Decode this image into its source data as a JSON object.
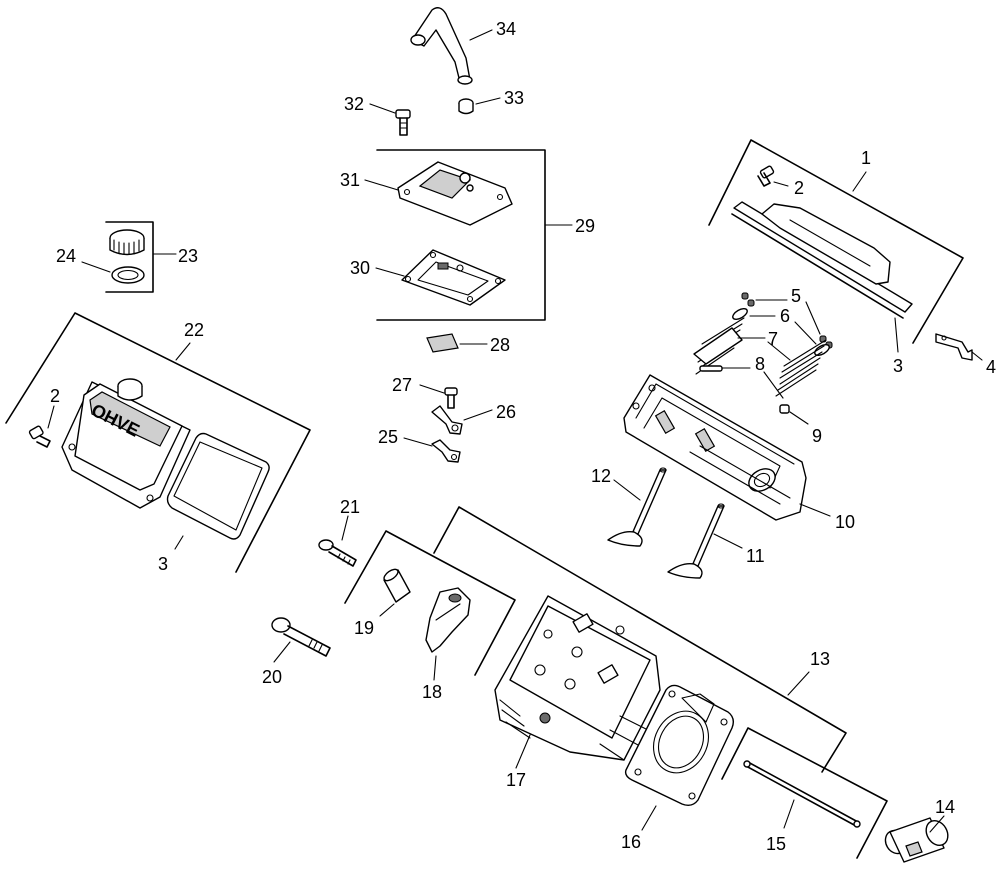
{
  "callouts": [
    "1",
    "2",
    "3",
    "4",
    "5",
    "6",
    "7",
    "8",
    "9",
    "10",
    "11",
    "12",
    "13",
    "14",
    "15",
    "16",
    "17",
    "18",
    "19",
    "20",
    "21",
    "22",
    "23",
    "24",
    "25",
    "26",
    "27",
    "28",
    "29",
    "30",
    "31",
    "32",
    "33",
    "34",
    "2",
    "3"
  ],
  "cover_embossed_text": "OHVE"
}
